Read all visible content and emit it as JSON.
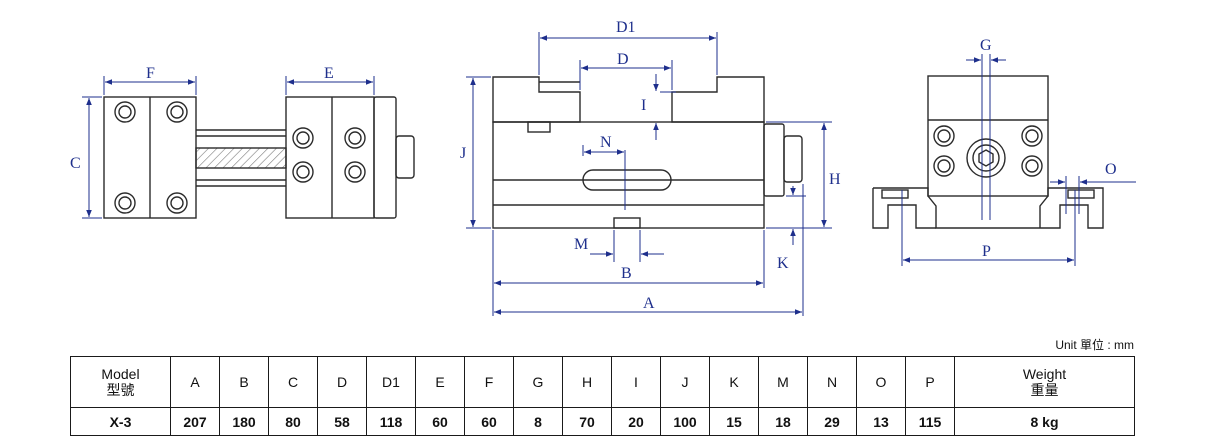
{
  "dimension_labels": {
    "A": "A",
    "B": "B",
    "C": "C",
    "D": "D",
    "D1": "D1",
    "E": "E",
    "F": "F",
    "G": "G",
    "H": "H",
    "I": "I",
    "J": "J",
    "K": "K",
    "M": "M",
    "N": "N",
    "O": "O",
    "P": "P"
  },
  "unit_note": "Unit 單位 : mm",
  "table": {
    "model_header": {
      "en": "Model",
      "zh": "型號"
    },
    "weight_header": {
      "en": "Weight",
      "zh": "重量"
    },
    "columns": [
      "A",
      "B",
      "C",
      "D",
      "D1",
      "E",
      "F",
      "G",
      "H",
      "I",
      "J",
      "K",
      "M",
      "N",
      "O",
      "P"
    ],
    "rows": [
      {
        "model": "X-3",
        "values": [
          "207",
          "180",
          "80",
          "58",
          "118",
          "60",
          "60",
          "8",
          "70",
          "20",
          "100",
          "15",
          "18",
          "29",
          "13",
          "115"
        ],
        "weight": "8 kg"
      }
    ]
  },
  "colors": {
    "outline": "#2b2b2b",
    "dimension": "#1e2f8c",
    "hatch": "#7a7a7a"
  }
}
